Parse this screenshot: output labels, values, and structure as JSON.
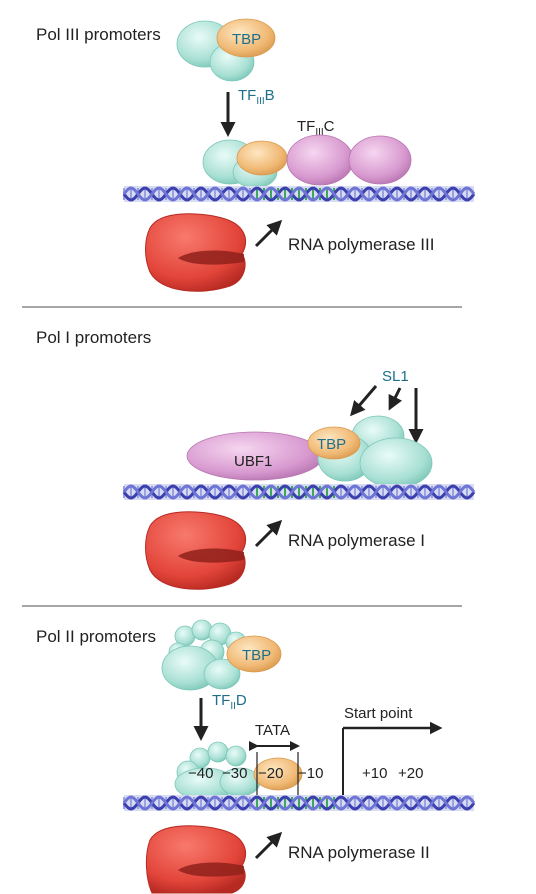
{
  "sections": [
    {
      "title": "Pol III promoters",
      "tbp": "TBP",
      "factor1": {
        "prefix": "TF",
        "sub": "III",
        "suffix": "B"
      },
      "factor2": {
        "prefix": "TF",
        "sub": "III",
        "suffix": "C"
      },
      "polymerase": "RNA polymerase  III"
    },
    {
      "title": "Pol I promoters",
      "sl1": "SL1",
      "ubf1": "UBF1",
      "tbp": "TBP",
      "polymerase": "RNA polymerase I"
    },
    {
      "title": "Pol II promoters",
      "tbp": "TBP",
      "factor": {
        "prefix": "TF",
        "sub": "II",
        "suffix": "D"
      },
      "tata": "TATA",
      "start_point": "Start point",
      "positions": [
        "−40",
        "−30",
        "−20",
        "−10",
        "+10",
        "+20"
      ],
      "polymerase": "RNA polymerase II"
    }
  ],
  "colors": {
    "tbp": "#f2c27c",
    "teal": "#b4e6dc",
    "pink": "#e0a6d6",
    "polymerase": "#e2453a",
    "dna_blue": "#5a5fc6",
    "dna_green": "#3aa75a",
    "divider": "#888888",
    "teal_text": "#1d6f8a"
  }
}
